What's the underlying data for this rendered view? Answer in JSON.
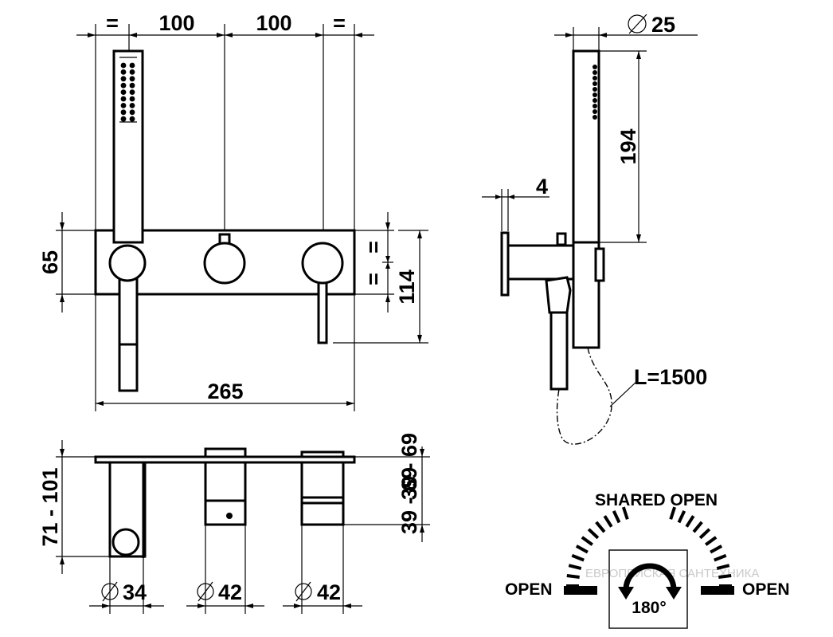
{
  "front_view": {
    "top_dims": [
      "=",
      "100",
      "100",
      "="
    ],
    "height_dim": "65",
    "equal_marks": [
      "=",
      "="
    ],
    "overall_height_dim": "114",
    "width_dim": "265"
  },
  "side_view": {
    "diameter_dim": "25",
    "handle_length_dim": "194",
    "plate_thickness_dim": "4",
    "hose_length_label": "L=1500"
  },
  "bottom_view": {
    "left_projection_dim": "71 - 101",
    "right_projection_total_dim": "39 - 69",
    "right_projection_dim": "39 - 69",
    "diameters": [
      "34",
      "42",
      "42"
    ]
  },
  "operation_diagram": {
    "top_label": "SHARED OPEN",
    "left_label": "OPEN",
    "right_label": "OPEN",
    "rotation_label": "180°"
  },
  "watermark": {
    "text": "ЕВРОПЕЙСКАЯ САНТЕХНИКА"
  }
}
